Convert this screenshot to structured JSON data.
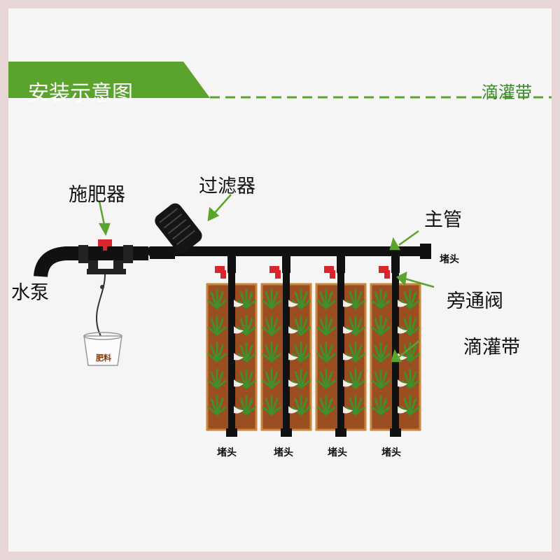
{
  "header": {
    "title": "安装示意图",
    "tag": "滴灌带"
  },
  "labels": {
    "fertilizer_injector": "施肥器",
    "filter": "过滤器",
    "main_pipe": "主管",
    "water_pump": "水泵",
    "end_cap": "堵头",
    "bypass_valve": "旁通阀",
    "drip_tape": "滴灌带",
    "fertilizer_bucket": "肥料"
  },
  "colors": {
    "accent_green": "#5aa32c",
    "pipe": "#111111",
    "valve_red": "#d8262b",
    "soil": "#9a4e22",
    "plant": "#2f7a24"
  }
}
